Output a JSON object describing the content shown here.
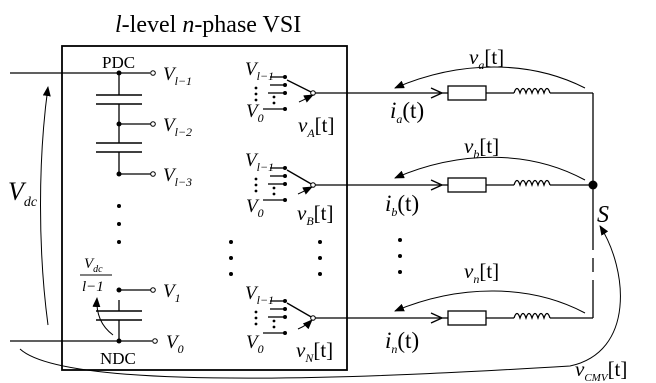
{
  "title": {
    "l": "l",
    "part1": "-level ",
    "n": "n",
    "part2": "-phase VSI"
  },
  "source": {
    "vdc_main": "V",
    "vdc_main_sub": "dc",
    "pdc": "PDC",
    "ndc": "NDC",
    "frac_num": "V",
    "frac_num_sub": "dc",
    "frac_den": "l−1"
  },
  "levels": {
    "v_l1": {
      "base": "V",
      "sub": "l−1"
    },
    "v_l2": {
      "base": "V",
      "sub": "l−2"
    },
    "v_l3": {
      "base": "V",
      "sub": "l−3"
    },
    "v_1": {
      "base": "V",
      "sub": "1"
    },
    "v_0": {
      "base": "V",
      "sub": "0"
    }
  },
  "switch_levels": {
    "top": {
      "base": "V",
      "sub": "l−1"
    },
    "bottom": {
      "base": "V",
      "sub": "0"
    }
  },
  "phases": [
    {
      "leg_v": "v",
      "leg_sub": "A",
      "leg_arg": "[t]",
      "cur_i": "i",
      "cur_sub": "a",
      "cur_arg": "(t)",
      "vol_v": "v",
      "vol_sub": "a",
      "vol_arg": "[t]"
    },
    {
      "leg_v": "v",
      "leg_sub": "B",
      "leg_arg": "[t]",
      "cur_i": "i",
      "cur_sub": "b",
      "cur_arg": "(t)",
      "vol_v": "v",
      "vol_sub": "b",
      "vol_arg": "[t]"
    },
    {
      "leg_v": "v",
      "leg_sub": "N",
      "leg_arg": "[t]",
      "cur_i": "i",
      "cur_sub": "n",
      "cur_arg": "(t)",
      "vol_v": "v",
      "vol_sub": "n",
      "vol_arg": "[t]"
    }
  ],
  "neutral": {
    "label": "S"
  },
  "cmv": {
    "v": "v",
    "sub": "CMV",
    "arg": "[t]"
  }
}
